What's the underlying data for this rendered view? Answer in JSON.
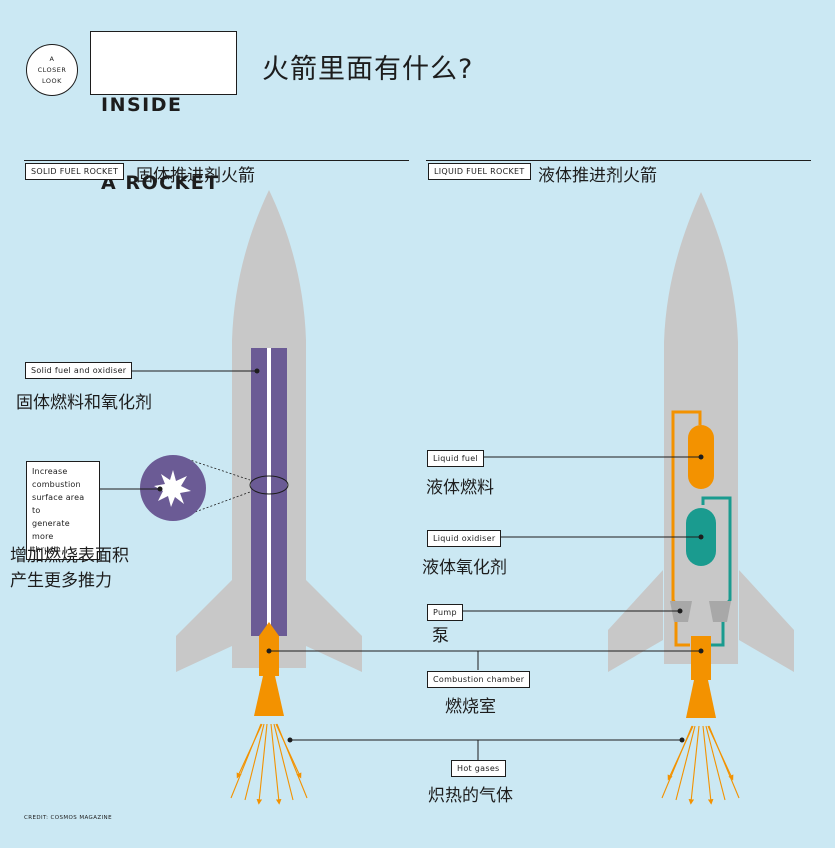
{
  "header": {
    "badge": [
      "A",
      "CLOSER",
      "LOOK"
    ],
    "title_lines": [
      "INSIDE",
      "A ROCKET"
    ],
    "title_zh": "火箭里面有什么?"
  },
  "solid": {
    "section_tag": "SOLID FUEL ROCKET",
    "section_zh": "固体推进剂火箭",
    "fuel_label": "Solid fuel and oxidiser",
    "fuel_zh": "固体燃料和氧化剂",
    "combustion_note": [
      "Increase",
      "combustion",
      "surface area to",
      "generate more",
      "thrust"
    ],
    "combustion_note_zh": [
      "增加燃烧表面积",
      "产生更多推力"
    ]
  },
  "liquid": {
    "section_tag": "LIQUID FUEL ROCKET",
    "section_zh": "液体推进剂火箭",
    "fuel_label": "Liquid fuel",
    "fuel_zh": "液体燃料",
    "oxidiser_label": "Liquid oxidiser",
    "oxidiser_zh": "液体氧化剂",
    "pump_label": "Pump",
    "pump_zh": "泵"
  },
  "shared": {
    "chamber_label": "Combustion chamber",
    "chamber_zh": "燃烧室",
    "gases_label": "Hot gases",
    "gases_zh": "炽热的气体"
  },
  "credit": "CREDIT: COSMOS MAGAZINE",
  "colors": {
    "background": "#cbe8f3",
    "rocket_body": "#c8c8c8",
    "solid_fuel": "#6b5b95",
    "liquid_fuel": "#f39200",
    "liquid_oxidiser": "#1a9b8f",
    "pump": "#a8a8a8"
  }
}
